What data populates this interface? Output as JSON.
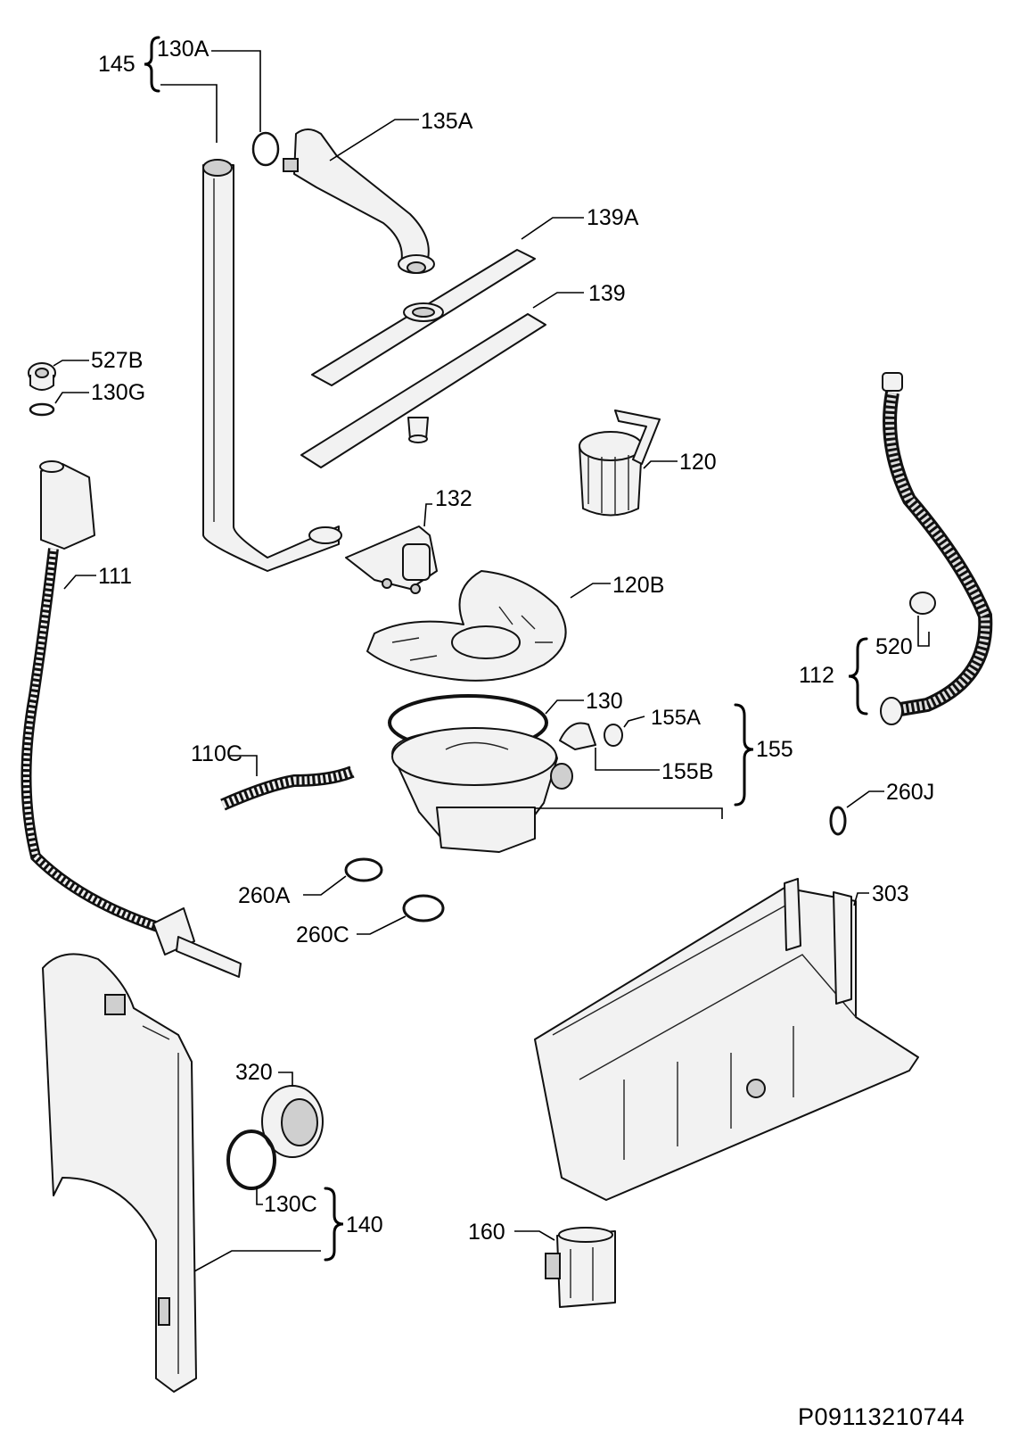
{
  "labels": {
    "l145": "145",
    "l130A": "130A",
    "l135A": "135A",
    "l139A": "139A",
    "l139": "139",
    "l527B": "527B",
    "l130G": "130G",
    "l120": "120",
    "l132": "132",
    "l111": "111",
    "l120B": "120B",
    "l520": "520",
    "l112": "112",
    "l130": "130",
    "l155A": "155A",
    "l155": "155",
    "l110C": "110C",
    "l155B": "155B",
    "l260J": "260J",
    "l260A": "260A",
    "l303": "303",
    "l260C": "260C",
    "l320": "320",
    "l130C": "130C",
    "l140": "140",
    "l160": "160"
  },
  "drawing_code": "P09113210744"
}
